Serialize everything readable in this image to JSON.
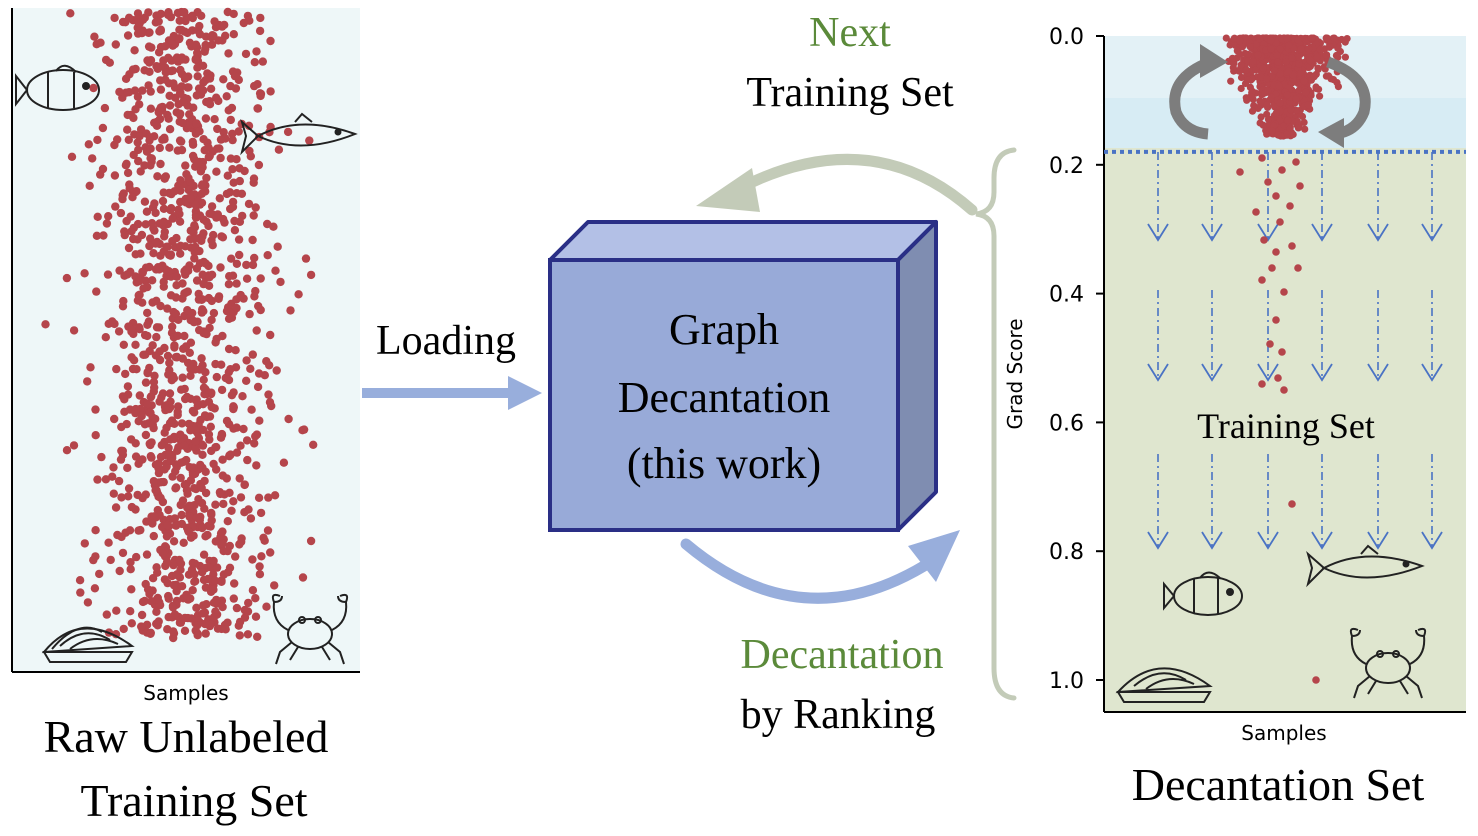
{
  "left_panel": {
    "x_axis_label": "Samples",
    "caption_line1": "Raw Unlabeled",
    "caption_line2": "Training Set",
    "icons": [
      "clownfish-icon",
      "fish-icon",
      "shell-icon",
      "crab-icon"
    ]
  },
  "loading_arrow": {
    "label": "Loading"
  },
  "center_box": {
    "line1": "Graph",
    "line2": "Decantation",
    "line3": "(this work)"
  },
  "top_arrow": {
    "label_highlight": "Next",
    "label": "Training Set"
  },
  "bottom_arrow": {
    "label_highlight": "Decantation",
    "label": "by Ranking"
  },
  "right_panel": {
    "y_axis_label": "Grad Score",
    "x_axis_label": "Samples",
    "y_ticks": [
      "0.0",
      "0.2",
      "0.4",
      "0.6",
      "0.8",
      "1.0"
    ],
    "y_tick_values": [
      0.0,
      0.2,
      0.4,
      0.6,
      0.8,
      1.0
    ],
    "threshold_value": 0.18,
    "inner_label": "Training Set",
    "caption": "Decantation Set",
    "icons": [
      "clownfish-icon",
      "fish-icon",
      "shell-icon",
      "crab-icon"
    ]
  },
  "colors": {
    "dot": "#b5454b",
    "highlight_text": "#5b8a3a",
    "box_front": "#98aad8",
    "box_edge": "#2a2f86",
    "arrow_blue": "#98aedc",
    "arrow_gray": "#c3cbb8",
    "panel_left_bg": "#eef7f8",
    "panel_right_top_bg": "#d7ecf4",
    "panel_right_bottom_bg": "#dfe6cf",
    "threshold_line": "#4a73c4"
  }
}
